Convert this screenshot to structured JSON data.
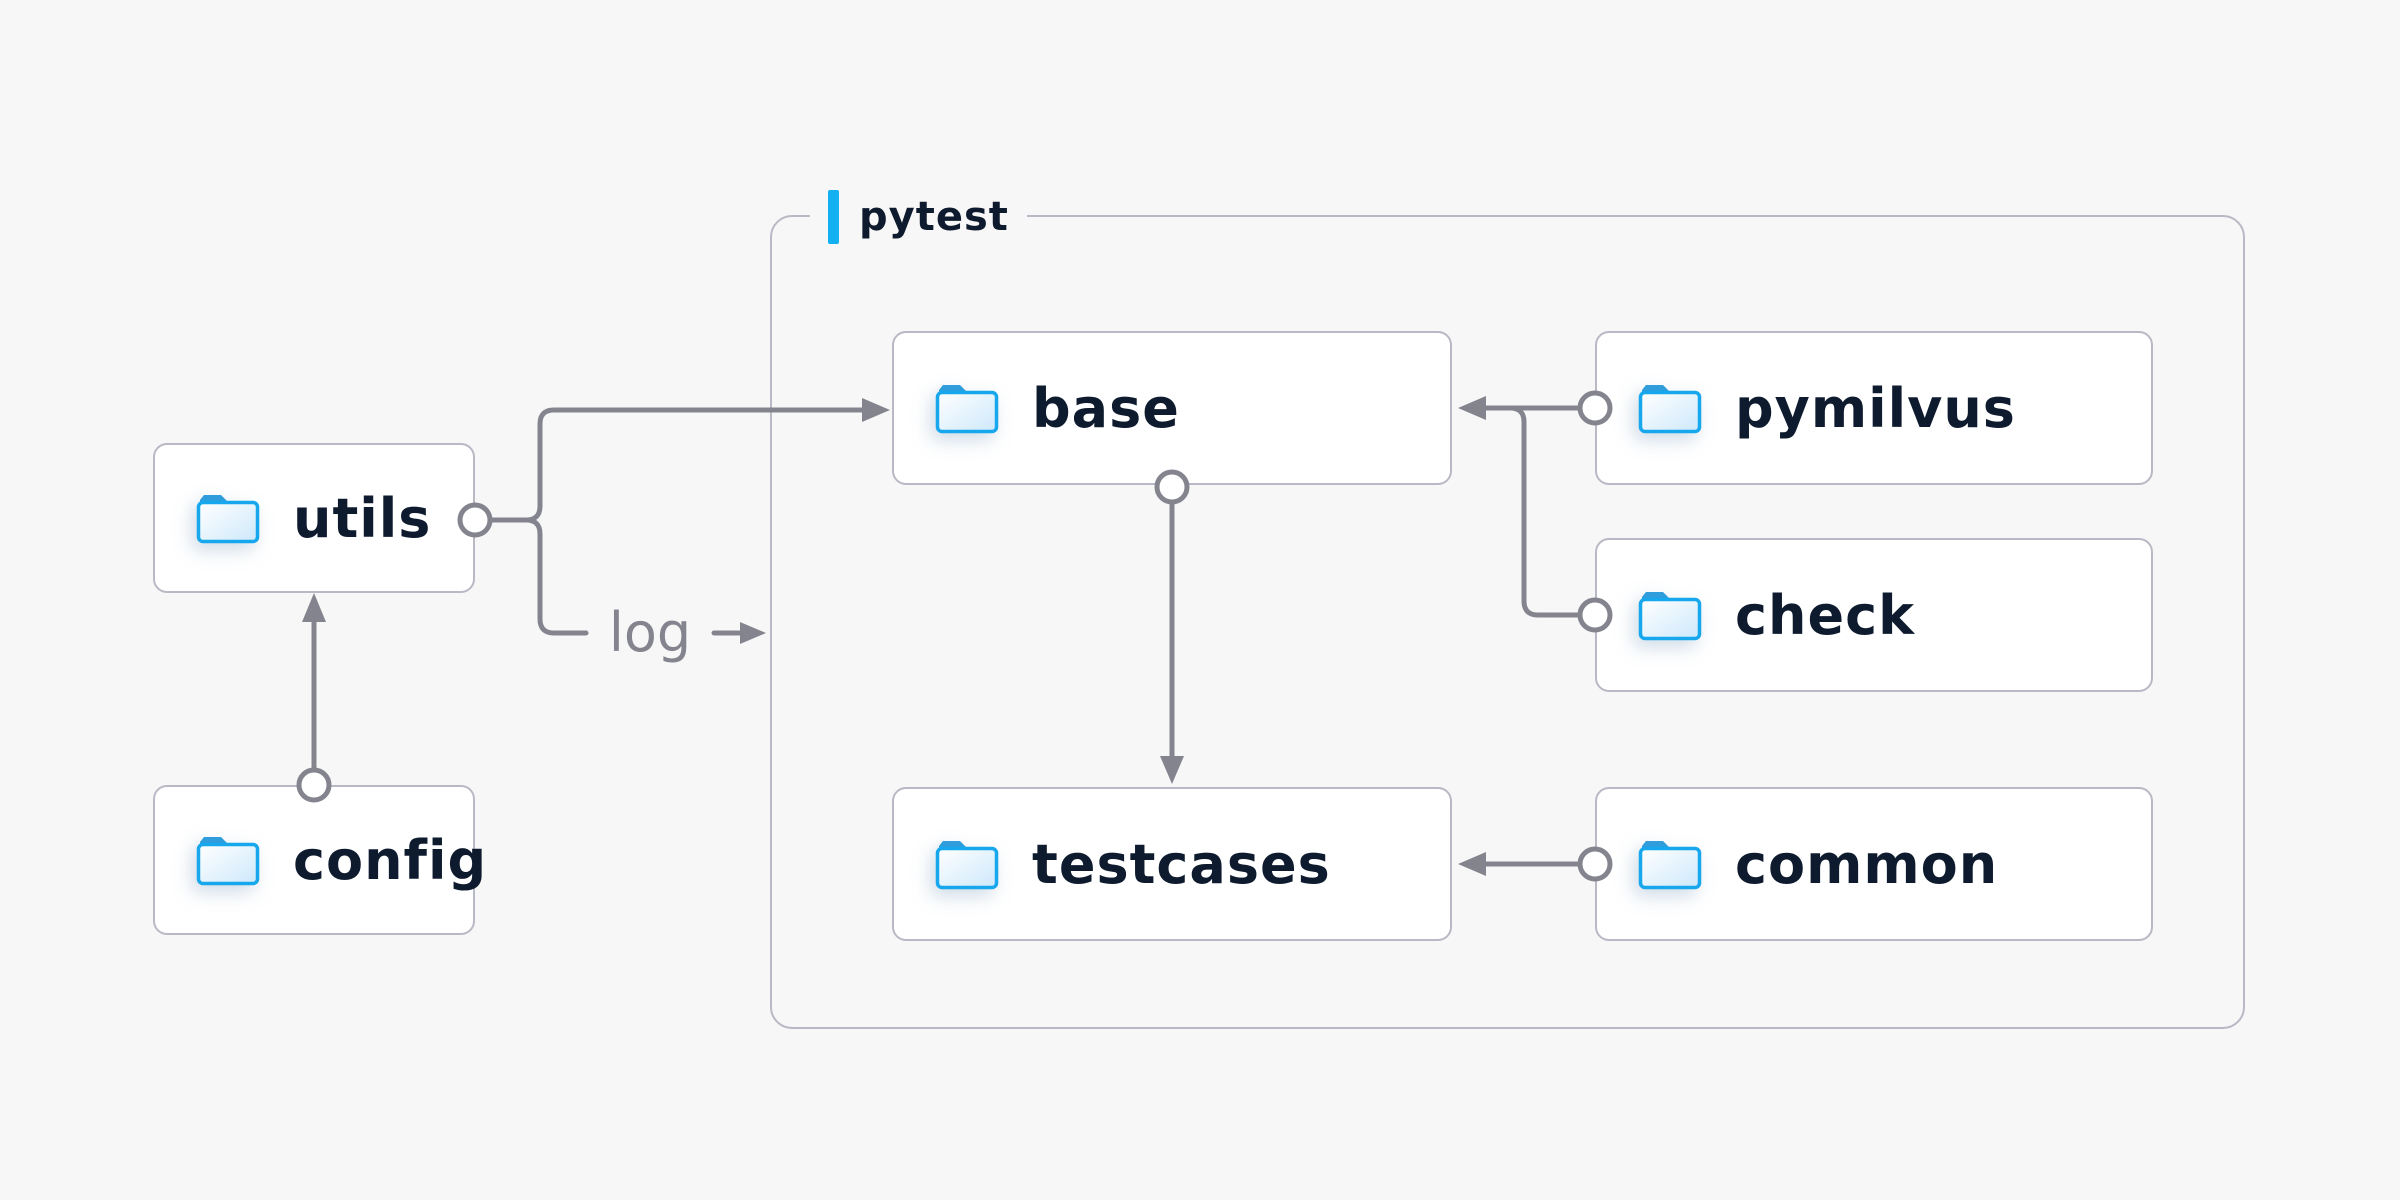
{
  "diagram": {
    "group": {
      "label": "pytest"
    },
    "nodes": [
      {
        "id": "utils",
        "label": "utils"
      },
      {
        "id": "config",
        "label": "config"
      },
      {
        "id": "base",
        "label": "base"
      },
      {
        "id": "pymilvus",
        "label": "pymilvus"
      },
      {
        "id": "check",
        "label": "check"
      },
      {
        "id": "testcases",
        "label": "testcases"
      },
      {
        "id": "common",
        "label": "common"
      }
    ],
    "edges": [
      {
        "from": "config",
        "to": "utils",
        "label": ""
      },
      {
        "from": "utils",
        "to": "base",
        "label": ""
      },
      {
        "from": "utils",
        "to": "pytest-group",
        "label": "log"
      },
      {
        "from": "base",
        "to": "testcases",
        "label": ""
      },
      {
        "from": "pymilvus",
        "to": "base",
        "label": ""
      },
      {
        "from": "check",
        "to": "base",
        "label": ""
      },
      {
        "from": "common",
        "to": "testcases",
        "label": ""
      }
    ]
  },
  "colors": {
    "bg": "#f7f7f8",
    "line": "#84848f",
    "border": "#b9b9c5",
    "text": "#0e1b2e",
    "accent": "#14b1f2",
    "muted": "#84848f",
    "folder-stroke": "#17a7ec",
    "folder-tab": "#2f9cdb",
    "folder-fill-1": "#ffffff",
    "folder-fill-2": "#cde8fb"
  },
  "icons": {
    "folder": "folder-icon"
  }
}
